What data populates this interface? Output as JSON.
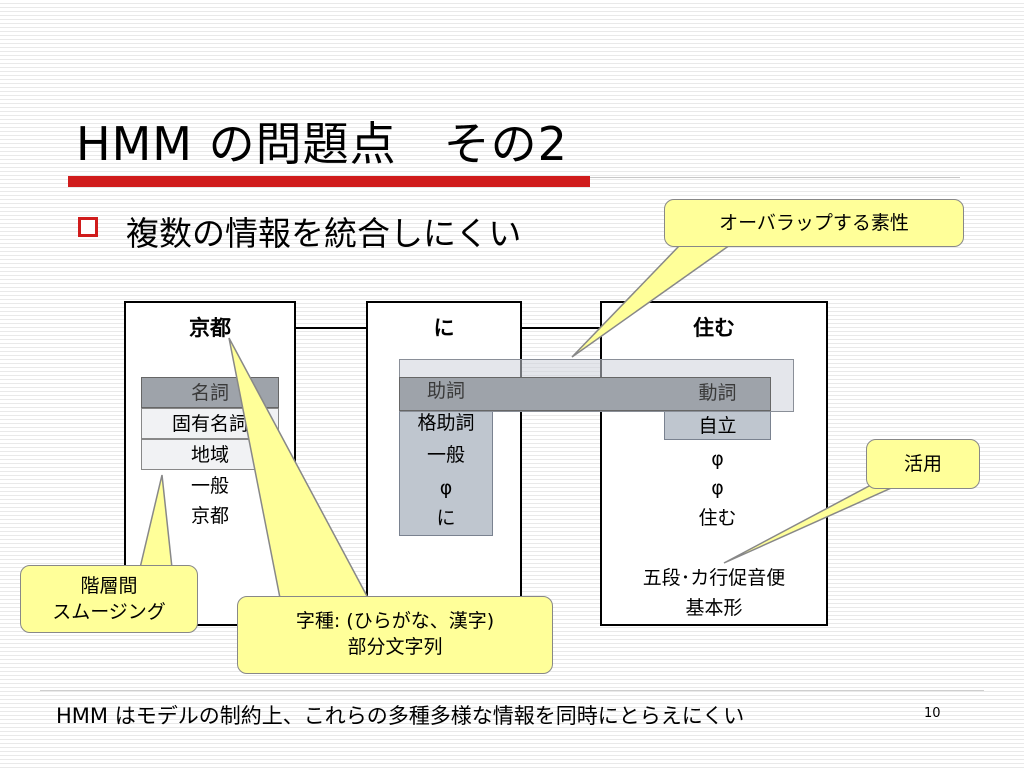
{
  "title": "HMM の問題点　その2",
  "bullet": "複数の情報を統合しにくい",
  "columns": [
    {
      "header": "京都",
      "rows": [
        "名詞",
        "固有名詞",
        "地域",
        "一般",
        "京都"
      ]
    },
    {
      "header": "に",
      "rows": [
        "助詞",
        "格助詞",
        "一般",
        "φ",
        "に"
      ]
    },
    {
      "header": "住む",
      "rows": [
        "動詞",
        "自立",
        "φ",
        "φ",
        "住む",
        "五段･カ行促音便",
        "基本形"
      ]
    }
  ],
  "callouts": {
    "overlap": "オーバラップする素性",
    "katsuyo": "活用",
    "smoothing_line1": "階層間",
    "smoothing_line2": "スムージング",
    "charclass_line1": "字種: (ひらがな、漢字)",
    "charclass_line2": "部分文字列"
  },
  "footer": "HMM はモデルの制約上、これらの多種多様な情報を同時にとらえにくい",
  "page_number": "10",
  "colors": {
    "accent_red": "#d01c1c",
    "callout_yellow": "#ffff99",
    "cell_gray": "#9ea3aa"
  }
}
